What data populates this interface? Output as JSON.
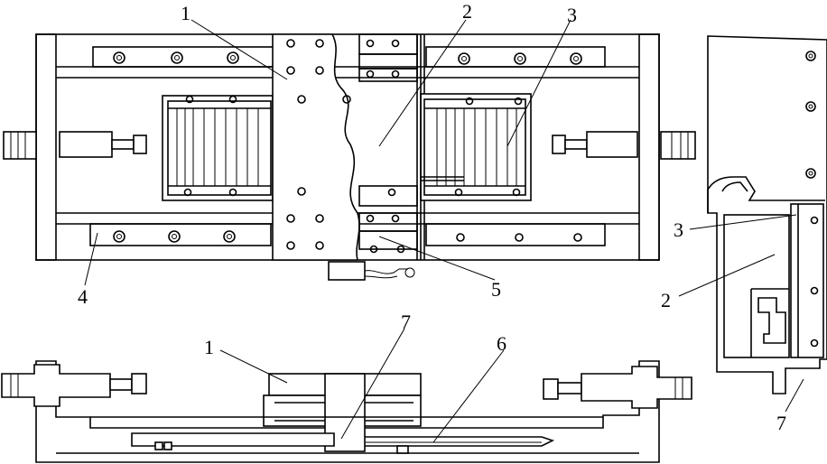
{
  "labels": {
    "top_1": "1",
    "top_2": "2",
    "top_3": "3",
    "top_4": "4",
    "top_5": "5",
    "side_3": "3",
    "side_2": "2",
    "side_7": "7",
    "bottom_1": "1",
    "bottom_7": "7",
    "bottom_6": "6"
  },
  "colors": {
    "stroke": "#000000",
    "background": "#ffffff"
  }
}
